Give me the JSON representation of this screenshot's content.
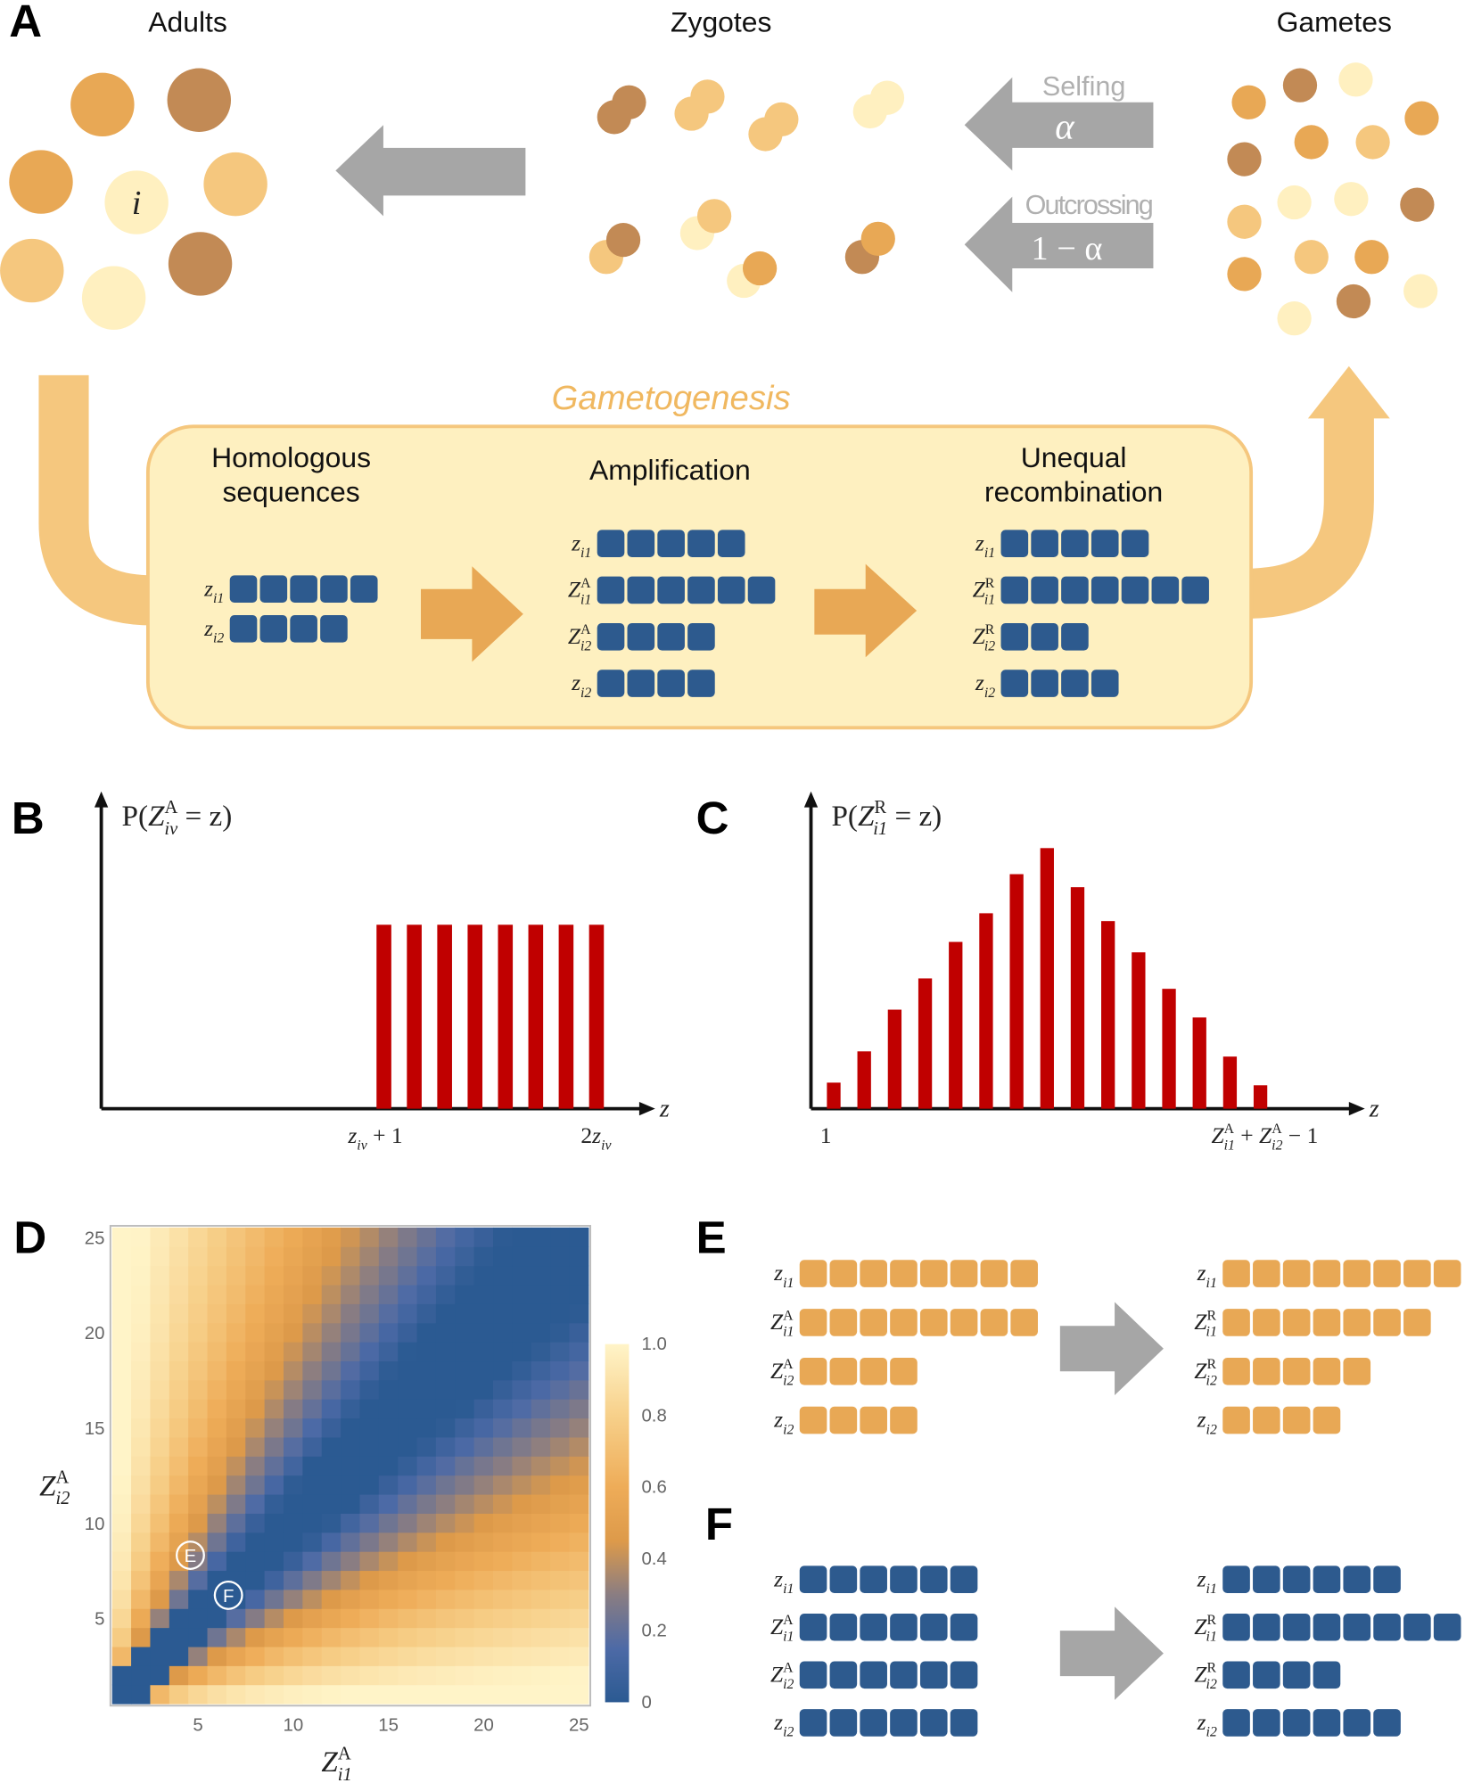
{
  "panel_labels": {
    "A": "A",
    "B": "B",
    "C": "C",
    "D": "D",
    "E": "E",
    "F": "F"
  },
  "panelA": {
    "adults_title": "Adults",
    "zygotes_title": "Zygotes",
    "gametes_title": "Gametes",
    "individual_label": "i",
    "selfing_label": "Selfing",
    "selfing_rate": "α",
    "outcrossing_label": "Outcrossing",
    "outcrossing_rate": "1 − α",
    "gametogenesis_label": "Gametogenesis",
    "stages": [
      {
        "title_lines": [
          "Homologous",
          "sequences"
        ],
        "rows": [
          {
            "b": "z",
            "sub": "i1",
            "blocks": 5
          },
          {
            "b": "z",
            "sub": "i2",
            "blocks": 4
          }
        ]
      },
      {
        "title_lines": [
          "Amplification"
        ],
        "rows": [
          {
            "b": "z",
            "sub": "i1",
            "blocks": 5
          },
          {
            "b": "Z",
            "sup": "A",
            "sub": "i1",
            "blocks": 6
          },
          {
            "b": "Z",
            "sup": "A",
            "sub": "i2",
            "blocks": 4
          },
          {
            "b": "z",
            "sub": "i2",
            "blocks": 4
          }
        ]
      },
      {
        "title_lines": [
          "Unequal",
          "recombination"
        ],
        "rows": [
          {
            "b": "z",
            "sub": "i1",
            "blocks": 5
          },
          {
            "b": "Z",
            "sup": "R",
            "sub": "i1",
            "blocks": 7
          },
          {
            "b": "Z",
            "sup": "R",
            "sub": "i2",
            "blocks": 3
          },
          {
            "b": "z",
            "sub": "i2",
            "blocks": 4
          }
        ]
      }
    ]
  },
  "panelE": {
    "block_color": "#e8a855",
    "before": [
      {
        "b": "z",
        "sub": "i1",
        "blocks": 8
      },
      {
        "b": "Z",
        "sup": "A",
        "sub": "i1",
        "blocks": 8
      },
      {
        "b": "Z",
        "sup": "A",
        "sub": "i2",
        "blocks": 4
      },
      {
        "b": "z",
        "sub": "i2",
        "blocks": 4
      }
    ],
    "after": [
      {
        "b": "z",
        "sub": "i1",
        "blocks": 8
      },
      {
        "b": "Z",
        "sup": "R",
        "sub": "i1",
        "blocks": 7
      },
      {
        "b": "Z",
        "sup": "R",
        "sub": "i2",
        "blocks": 5
      },
      {
        "b": "z",
        "sub": "i2",
        "blocks": 4
      }
    ]
  },
  "panelF": {
    "block_color": "#2d5a8e",
    "before": [
      {
        "b": "z",
        "sub": "i1",
        "blocks": 6
      },
      {
        "b": "Z",
        "sup": "A",
        "sub": "i1",
        "blocks": 6
      },
      {
        "b": "Z",
        "sup": "A",
        "sub": "i2",
        "blocks": 6
      },
      {
        "b": "z",
        "sub": "i2",
        "blocks": 6
      }
    ],
    "after": [
      {
        "b": "z",
        "sub": "i1",
        "blocks": 6
      },
      {
        "b": "Z",
        "sup": "R",
        "sub": "i1",
        "blocks": 8
      },
      {
        "b": "Z",
        "sup": "R",
        "sub": "i2",
        "blocks": 4
      },
      {
        "b": "z",
        "sub": "i2",
        "blocks": 6
      }
    ]
  },
  "colors": {
    "sequence_block": "#2d5a8e",
    "bar": "#c00000",
    "gametogenesis_box": "#fef0c0",
    "gametogenesis_text": "#f0b860",
    "gray_arrow": "#a6a6a6",
    "orange_arrow": "#e8a855"
  },
  "chart_data": [
    {
      "panel": "B",
      "type": "bar",
      "ylabel": [
        {
          "t": "P("
        },
        {
          "b": "Z",
          "sup": "A",
          "sub": "iv"
        },
        {
          "t": " = z)"
        }
      ],
      "xlabel": "z",
      "xtick_labels": [
        [
          {
            "b": "z",
            "sub": "iv"
          },
          {
            "t": " + 1"
          }
        ],
        [
          {
            "t": "2"
          },
          {
            "b": "z",
            "sub": "iv"
          }
        ]
      ],
      "values": [
        1,
        1,
        1,
        1,
        1,
        1,
        1,
        1
      ],
      "ylim": [
        0,
        1.7
      ]
    },
    {
      "panel": "C",
      "type": "bar",
      "ylabel": [
        {
          "t": "P("
        },
        {
          "b": "Z",
          "sup": "R",
          "sub": "i1"
        },
        {
          "t": " = z)"
        }
      ],
      "xlabel": "z",
      "xtick_labels": [
        [
          {
            "t": "1"
          }
        ],
        [
          {
            "b": "Z",
            "sup": "A",
            "sub": "i1"
          },
          {
            "t": " + "
          },
          {
            "b": "Z",
            "sup": "A",
            "sub": "i2"
          },
          {
            "t": " − 1"
          }
        ]
      ],
      "values": [
        0.1,
        0.22,
        0.38,
        0.5,
        0.64,
        0.75,
        0.9,
        1.0,
        0.85,
        0.72,
        0.6,
        0.46,
        0.35,
        0.2,
        0.09
      ],
      "ylim": [
        0,
        1.2
      ]
    },
    {
      "panel": "D",
      "type": "heatmap",
      "xlabel": [
        {
          "b": "Z",
          "sup": "A",
          "sub": "i1"
        }
      ],
      "ylabel": [
        {
          "b": "Z",
          "sup": "A",
          "sub": "i2"
        }
      ],
      "xlim": [
        1,
        25
      ],
      "ylim": [
        1,
        25
      ],
      "xticks": [
        "5",
        "10",
        "15",
        "20",
        "25"
      ],
      "yticks": [
        "5",
        "10",
        "15",
        "20",
        "25"
      ],
      "colorbar": {
        "range": [
          0,
          1
        ],
        "ticks": [
          "0",
          "0.2",
          "0.4",
          "0.6",
          "0.8",
          "1.0"
        ]
      },
      "colormap": [
        {
          "v": 0.0,
          "c": "#2b5a92"
        },
        {
          "v": 0.15,
          "c": "#4d6aa6"
        },
        {
          "v": 0.3,
          "c": "#8a7d82"
        },
        {
          "v": 0.45,
          "c": "#dd9a4a"
        },
        {
          "v": 0.6,
          "c": "#eeac58"
        },
        {
          "v": 0.8,
          "c": "#f7d08a"
        },
        {
          "v": 1.0,
          "c": "#fff4c8"
        }
      ],
      "annotations": [
        {
          "label": "E",
          "x": 4.6,
          "y": 8.3
        },
        {
          "label": "F",
          "x": 6.6,
          "y": 6.2
        }
      ]
    }
  ]
}
